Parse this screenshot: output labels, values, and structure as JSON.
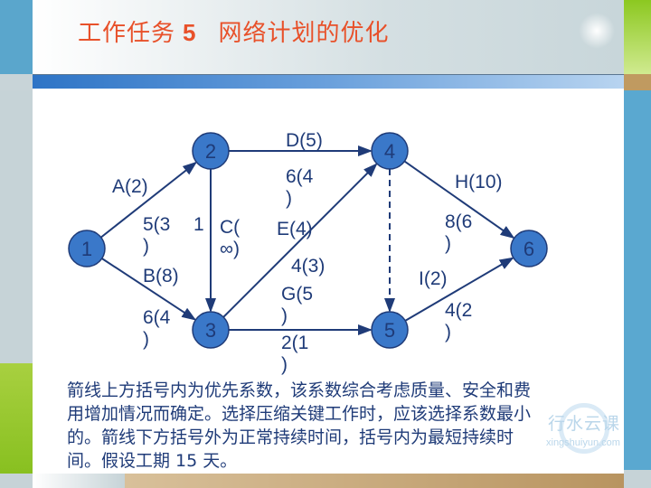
{
  "title": {
    "prefix": "工作任务",
    "number": "5",
    "suffix": "网络计划的优化"
  },
  "diagram": {
    "nodes": [
      {
        "id": "1"
      },
      {
        "id": "2"
      },
      {
        "id": "3"
      },
      {
        "id": "4"
      },
      {
        "id": "5"
      },
      {
        "id": "6"
      }
    ],
    "edges": [
      {
        "from": "1",
        "to": "2",
        "label": "A(2)",
        "below": "5(3\n)"
      },
      {
        "from": "1",
        "to": "3",
        "label": "B(8)",
        "below": "6(4\n)"
      },
      {
        "from": "2",
        "to": "3",
        "label": "C(\n∞)",
        "below": "1"
      },
      {
        "from": "2",
        "to": "4",
        "label": "D(5)",
        "below": "6(4\n)"
      },
      {
        "from": "3",
        "to": "4",
        "label": "E(4)",
        "below": "4(3)"
      },
      {
        "from": "3",
        "to": "5",
        "label": "G(5\n)",
        "below": "2(1\n)"
      },
      {
        "from": "4",
        "to": "5",
        "label": "",
        "below": "",
        "dashed": true
      },
      {
        "from": "4",
        "to": "6",
        "label": "H(10)",
        "below": "8(6\n)"
      },
      {
        "from": "5",
        "to": "6",
        "label": "I(2)",
        "below": "4(2\n)"
      }
    ]
  },
  "description": "箭线上方括号内为优先系数，该系数综合考虑质量、安全和费用增加情况而确定。选择压缩关键工作时，应该选择系数最小的。箭线下方括号外为正常持续时间，括号内为最短持续时间。假设工期 15 天。",
  "watermark": {
    "brand": "行水云课",
    "url": "xingshuiyun.com"
  },
  "colors": {
    "title": "#e8512a",
    "node": "#3a78c9",
    "line": "#1f3b78"
  }
}
